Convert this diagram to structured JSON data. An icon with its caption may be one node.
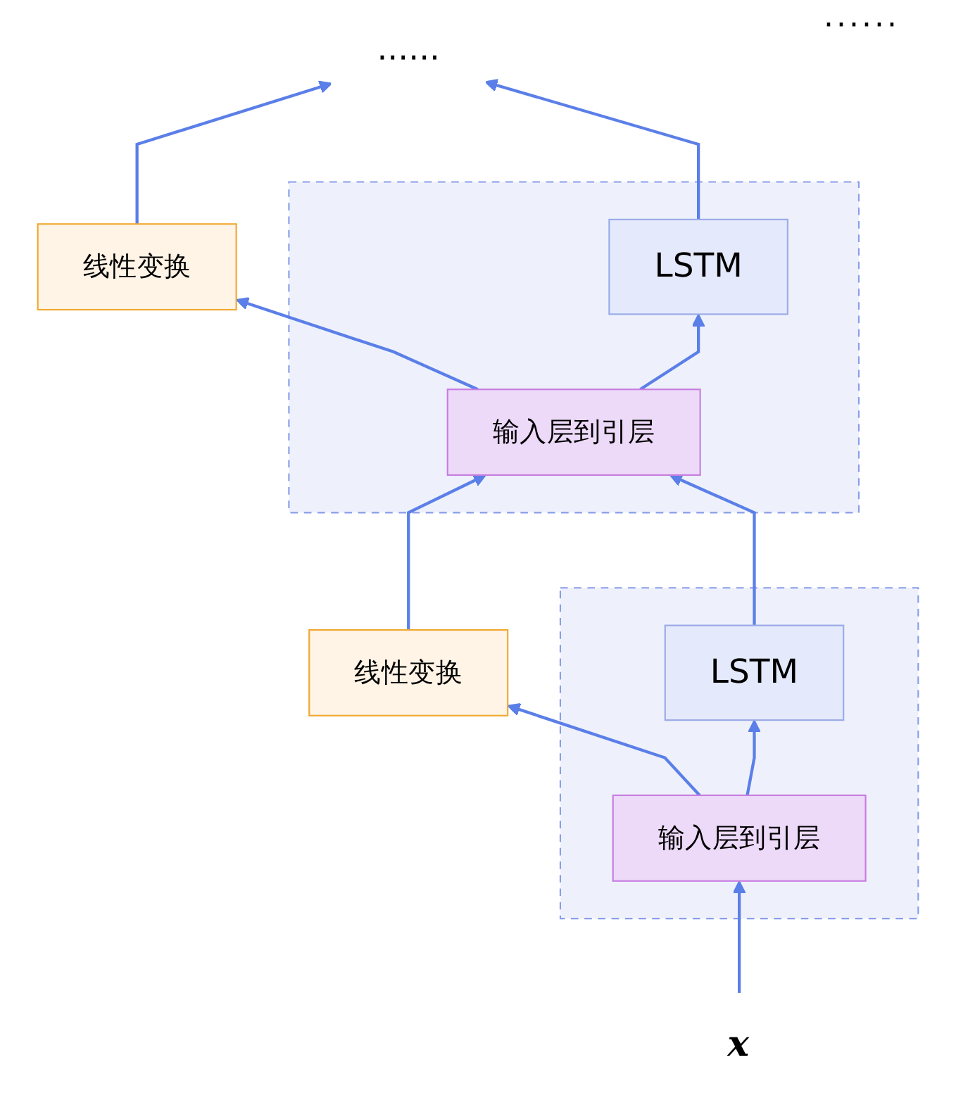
{
  "diagram": {
    "nodes": [
      {
        "text": [
          "······"
        ]
      },
      {
        "text": [
          "线性变换"
        ]
      },
      {
        "text": [],
        "shape": "box"
      },
      {
        "text": [
          "输入层到引层"
        ],
        "in": 2
      },
      {
        "text": [
          "LSTM"
        ],
        "in": 2
      },
      {
        "text": [
          "线性变换"
        ]
      },
      {
        "text": [],
        "shape": "box"
      },
      {
        "text": [
          "输入层到引层"
        ],
        "in": 6
      },
      {
        "text": [
          "LSTM"
        ],
        "in": 6
      },
      {
        "text": [
          "x"
        ]
      }
    ],
    "edges": [
      {
        "from": 1,
        "to": 0,
        "arrow": "to"
      },
      {
        "from": 4,
        "to": 0,
        "arrow": "to"
      },
      {
        "from": 3,
        "to": 1,
        "arrow": "to"
      },
      {
        "from": 3,
        "to": 4,
        "arrow": "to"
      },
      {
        "from": 5,
        "to": 3,
        "arrow": "to"
      },
      {
        "from": 8,
        "to": 3,
        "arrow": "to"
      },
      {
        "from": 7,
        "to": 5,
        "arrow": "to"
      },
      {
        "from": 7,
        "to": 8,
        "arrow": "to"
      },
      {
        "from": 9,
        "to": 7,
        "arrow": "to"
      }
    ],
    "labels": [
      "······"
    ]
  }
}
